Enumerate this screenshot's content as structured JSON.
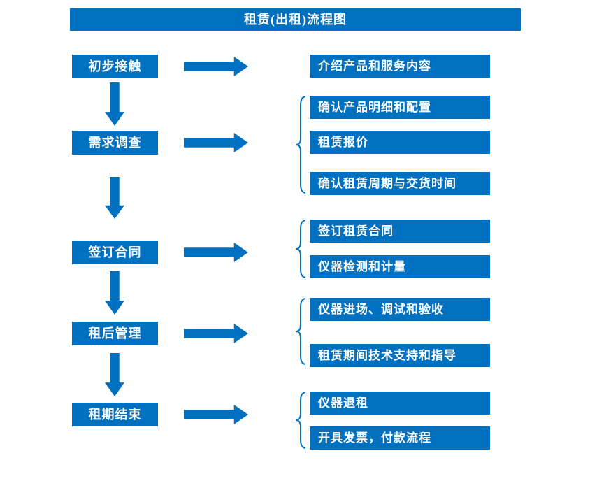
{
  "title": "租赁(出租)流程图",
  "colors": {
    "primary": "#0070C0",
    "box_text": "#FFFFFF",
    "background": "#FFFFFF"
  },
  "steps": [
    {
      "label": "初步接触",
      "outputs": [
        "介绍产品和服务内容"
      ]
    },
    {
      "label": "需求调查",
      "outputs": [
        "确认产品明细和配置",
        "租赁报价",
        "确认租赁周期与交货时间"
      ]
    },
    {
      "label": "签订合同",
      "outputs": [
        "签订租赁合同",
        "仪器检测和计量"
      ]
    },
    {
      "label": "租后管理",
      "outputs": [
        "仪器进场、调试和验收",
        "租赁期间技术支持和指导"
      ]
    },
    {
      "label": "租期结束",
      "outputs": [
        "仪器退租",
        "开具发票，付款流程"
      ]
    }
  ]
}
